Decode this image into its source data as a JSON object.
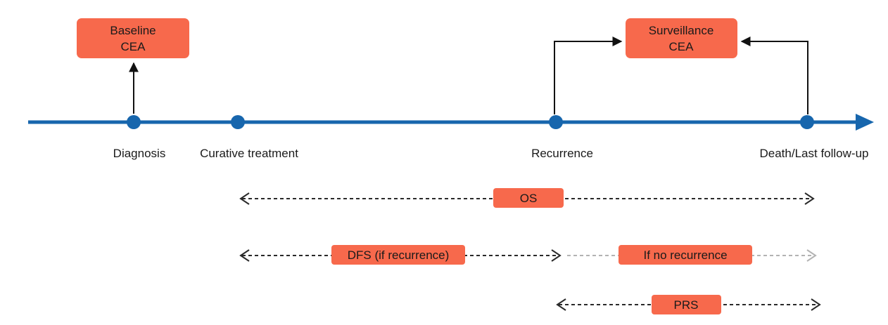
{
  "colors": {
    "timeline": "#1766ad",
    "box_fill": "#f7694c",
    "arrow": "#111111",
    "dashed": "#2a2a2a",
    "dashed_light": "#b3b3b3",
    "text": "#1a1a1a"
  },
  "events": {
    "diagnosis": "Diagnosis",
    "curative_treatment": "Curative treatment",
    "recurrence": "Recurrence",
    "death_last_followup": "Death/Last follow-up"
  },
  "boxes": {
    "baseline_line1": "Baseline",
    "baseline_line2": "CEA",
    "surveillance_line1": "Surveillance",
    "surveillance_line2": "CEA"
  },
  "intervals": {
    "os": "OS",
    "dfs": "DFS (if recurrence)",
    "no_recurrence": "If no recurrence",
    "prs": "PRS"
  }
}
